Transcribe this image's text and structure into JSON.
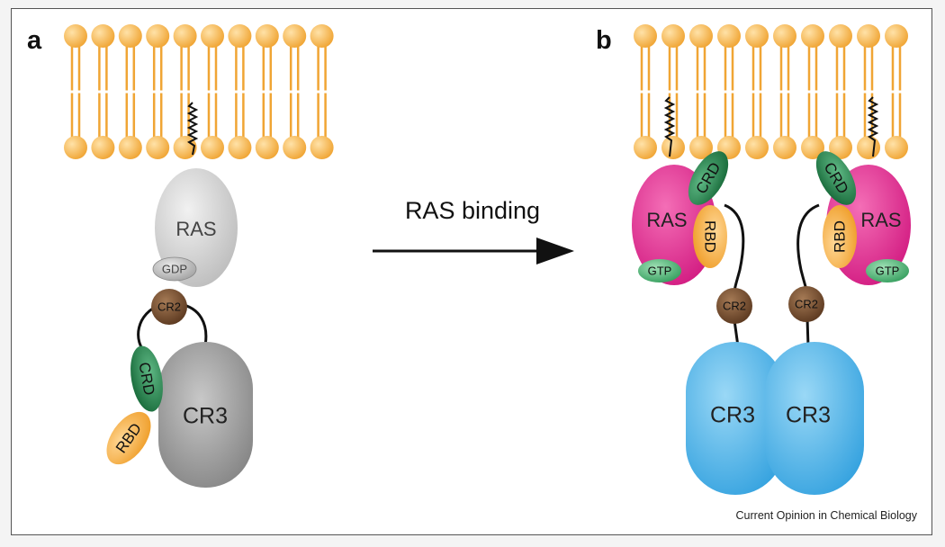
{
  "panels": {
    "a": {
      "letter": "a",
      "ras": "RAS",
      "gdp": "GDP",
      "cr2": "CR2",
      "crd": "CRD",
      "rbd": "RBD",
      "cr3": "CR3"
    },
    "b": {
      "letter": "b",
      "ras_left": "RAS",
      "ras_right": "RAS",
      "crd_left": "CRD",
      "crd_right": "CRD",
      "rbd_left": "RBD",
      "rbd_right": "RBD",
      "gtp_left": "GTP",
      "gtp_right": "GTP",
      "cr2_left": "CR2",
      "cr2_right": "CR2",
      "cr3_left": "CR3",
      "cr3_right": "CR3"
    }
  },
  "arrow_label": "RAS binding",
  "source": "Current Opinion in Chemical Biology",
  "colors": {
    "lipid": "#F5B24A",
    "ras_grey": "#D5D5D5",
    "cr3_grey": "#9C9C9C",
    "ras_magenta": "#E0268F",
    "crd_green": "#1E7A45",
    "rbd_orange": "#F4A93A",
    "cr2_brown": "#6B4428",
    "cr3_blue": "#3AA9E3",
    "gtp_green": "#3DA866"
  }
}
